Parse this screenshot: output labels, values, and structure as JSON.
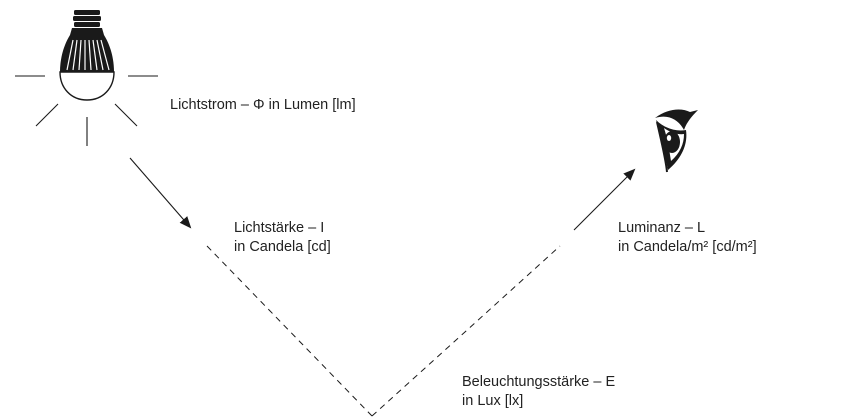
{
  "labels": {
    "luminous_flux": "Lichtstrom – Φ in Lumen [lm]",
    "luminous_intensity": {
      "line1": "Lichtstärke – I",
      "line2": "in Candela [cd]"
    },
    "luminance": {
      "line1": "Luminanz – L",
      "line2": "in Candela/m² [cd/m²]"
    },
    "illuminance": {
      "line1": "Beleuchtungsstärke – E",
      "line2": "in Lux [lx]"
    }
  },
  "icons": {
    "source": "light-bulb-icon",
    "observer": "eye-icon"
  },
  "colors": {
    "stroke": "#1a1a1a",
    "text": "#222222",
    "background": "#ffffff"
  }
}
